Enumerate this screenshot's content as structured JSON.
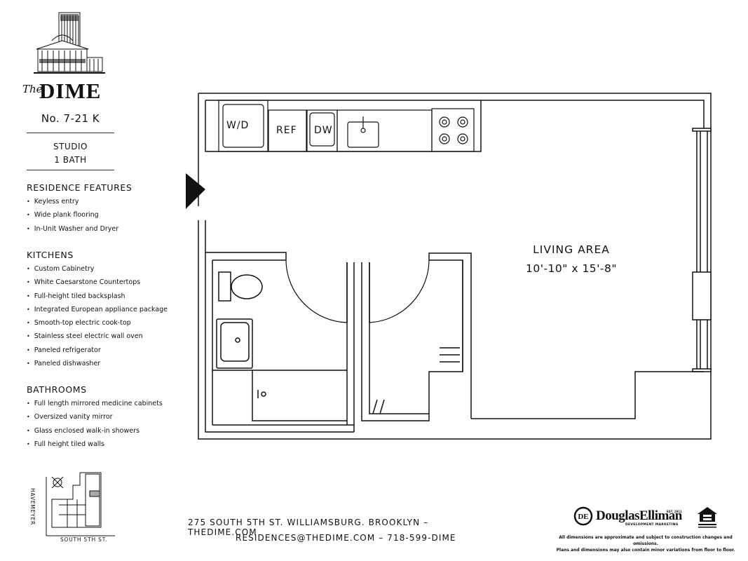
{
  "brand": {
    "prefix": "The",
    "name": "DIME"
  },
  "unit": {
    "number": "No. 7-21 K",
    "type": "STUDIO",
    "baths": "1 BATH"
  },
  "sections": {
    "residence": {
      "title": "RESIDENCE FEATURES",
      "items": [
        "Keyless entry",
        "Wide plank flooring",
        "In-Unit Washer and Dryer"
      ]
    },
    "kitchens": {
      "title": "KITCHENS",
      "items": [
        "Custom Cabinetry",
        "White Caesarstone Countertops",
        "Full-height tiled backsplash",
        "Integrated European appliance package",
        "Smooth-top electric cook-top",
        "Stainless steel electric wall oven",
        "Paneled refrigerator",
        "Paneled dishwasher"
      ]
    },
    "bathrooms": {
      "title": "BATHROOMS",
      "items": [
        "Full length mirrored medicine cabinets",
        "Oversized vanity mirror",
        "Glass enclosed walk-in showers",
        "Full height tiled walls"
      ]
    }
  },
  "plan": {
    "room_name": "LIVING AREA",
    "room_dims": "10'-10\" x 15'-8\"",
    "labels": {
      "wd": "W/D",
      "ref": "REF",
      "dw": "DW"
    }
  },
  "keyplan": {
    "street_horizontal": "SOUTH 5TH ST.",
    "street_vertical": "HAVEMEYER"
  },
  "footer": {
    "address": "275 SOUTH 5TH ST. WILLIAMSBURG. BROOKLYN – THEDIME.COM",
    "contact": "RESIDENCES@THEDIME.COM – 718-599-DIME"
  },
  "broker": {
    "name": "DouglasElliman",
    "sub": "DEVELOPMENT MARKETING",
    "est": "EST. 1911"
  },
  "disclaimer": {
    "line1": "All dimensions are approximate and subject to construction changes and omissions.",
    "line2": "Plans and dimensions may also contain minor variations from floor to floor."
  }
}
